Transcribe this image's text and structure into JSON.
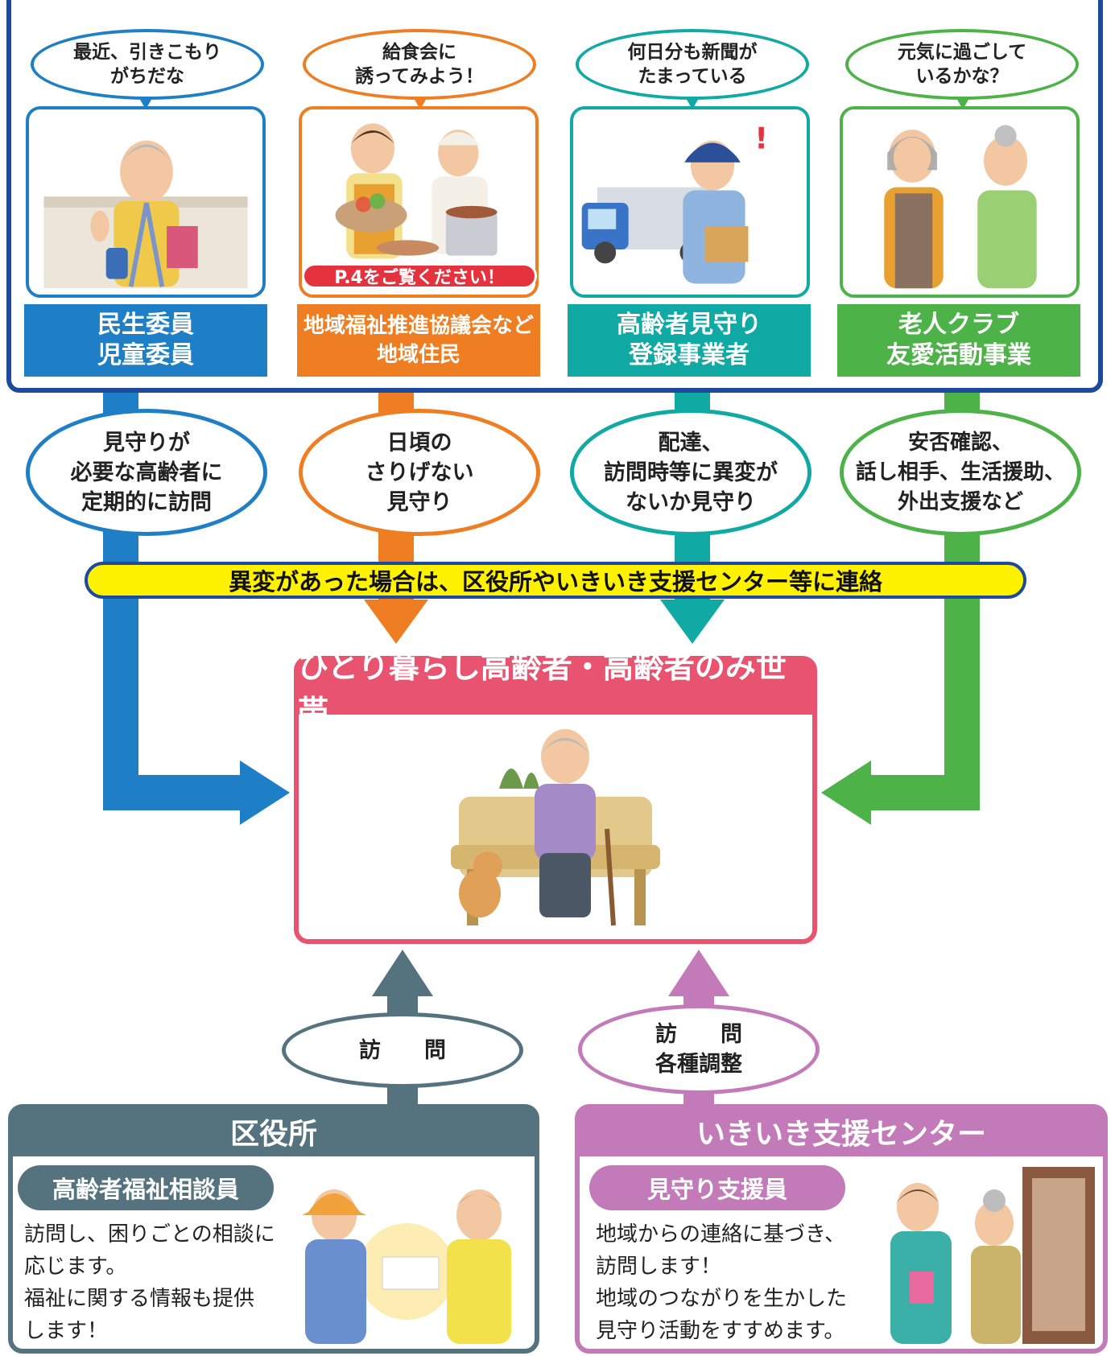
{
  "colors": {
    "blue": "#1f7fc6",
    "orange": "#ef7d22",
    "teal": "#10a9a3",
    "green": "#4db247",
    "navy": "#1e4a9c",
    "pink": "#e8536f",
    "slate": "#54737e",
    "purple": "#c37ab8",
    "yellow": "#fff200"
  },
  "actors": [
    {
      "bubble": "最近、引きこもり\nがちだな",
      "role": "民生委員\n児童委員",
      "description": "見守りが\n必要な高齢者に\n定期的に訪問",
      "color": "#1f7fc6",
      "icon": "welfare-volunteer-illustration"
    },
    {
      "bubble": "給食会に\n誘ってみよう！",
      "role": "地域福祉推進協議会など\n地域住民",
      "description": "日頃の\nさりげない\n見守り",
      "color": "#ef7d22",
      "icon": "community-cooking-illustration",
      "reference": "P.4をご覧ください！"
    },
    {
      "bubble": "何日分も新聞が\nたまっている",
      "role": "高齢者見守り\n登録事業者",
      "description": "配達、\n訪問時等に異変が\nないか見守り",
      "color": "#10a9a3",
      "icon": "delivery-worker-illustration"
    },
    {
      "bubble": "元気に過ごして\nいるかな？",
      "role": "老人クラブ\n友愛活動事業",
      "description": "安否確認、\n話し相手、生活援助、\n外出支援など",
      "color": "#4db247",
      "icon": "elderly-friends-illustration"
    }
  ],
  "contact_bar": "異変があった場合は、区役所やいきいき支援センター等に連絡",
  "household": {
    "title": "ひとり暮らし高齢者・高齢者のみ世帯",
    "icon": "elderly-man-bench-dog-illustration"
  },
  "support": [
    {
      "oval": "訪　　問",
      "title": "区役所",
      "pill": "高齢者福祉相談員",
      "description": "訪問し、困りごとの相談に\n応じます。\n福祉に関する情報も提供\nします！",
      "color": "#54737e",
      "icon": "document-handover-illustration"
    },
    {
      "oval": "訪　　問\n各種調整",
      "title": "いきいき支援センター",
      "pill": "見守り支援員",
      "description": "地域からの連絡に基づき、\n訪問します！\n地域のつながりを生かした\n見守り活動をすすめます。",
      "color": "#c37ab8",
      "icon": "home-visit-illustration"
    }
  ]
}
